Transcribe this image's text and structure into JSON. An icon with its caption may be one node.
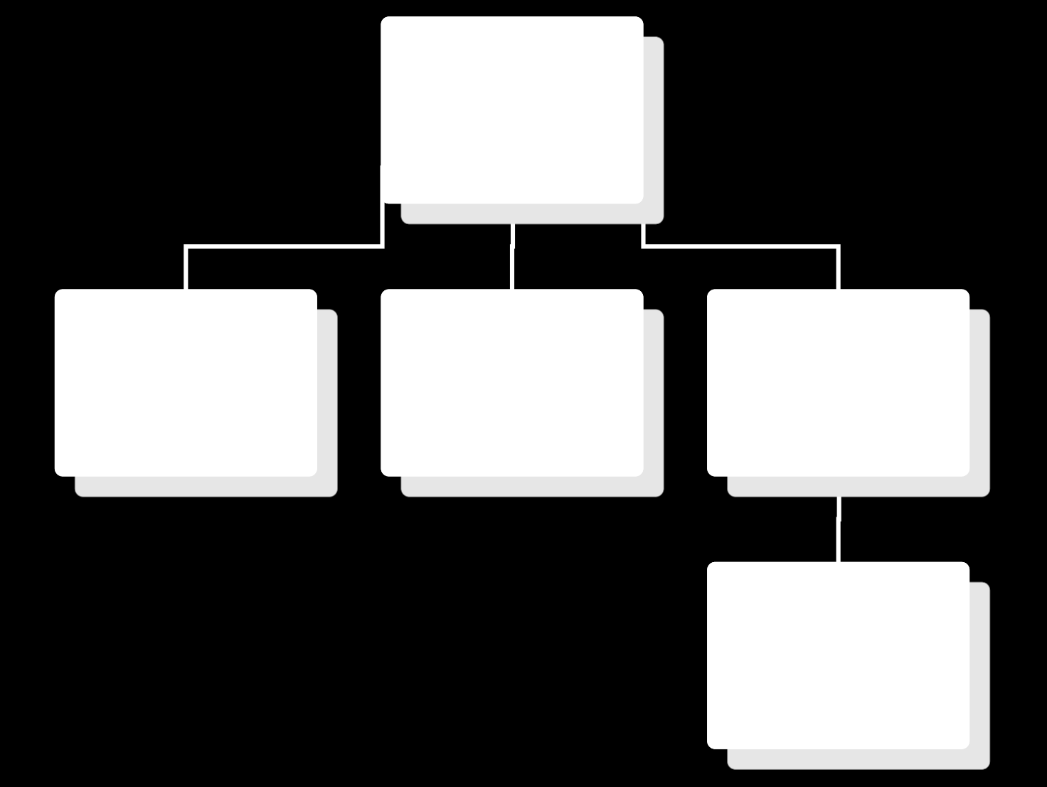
{
  "diagram": {
    "nodes": [
      {
        "text": [],
        "shape": "box"
      },
      {
        "text": [],
        "shape": "box"
      },
      {
        "text": [],
        "shape": "box"
      },
      {
        "text": [],
        "shape": "box"
      },
      {
        "text": [],
        "shape": "box"
      }
    ],
    "edges": [
      {
        "from": 0,
        "to": 1,
        "arrow": "none"
      },
      {
        "from": 0,
        "to": 2,
        "arrow": "none"
      },
      {
        "from": 0,
        "to": 3,
        "arrow": "none"
      },
      {
        "from": 3,
        "to": 4,
        "arrow": "none"
      }
    ]
  }
}
